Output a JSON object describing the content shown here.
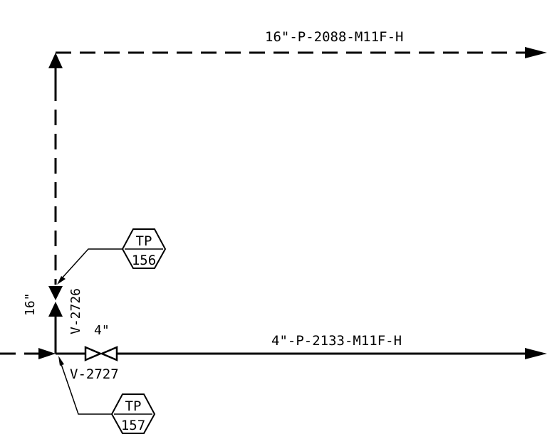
{
  "lines": {
    "top_line": "16\"-P-2088-M11F-H",
    "bottom_line": "4\"-P-2133-M11F-H"
  },
  "valves": {
    "v2726": {
      "tag": "V-2726",
      "size": "16\""
    },
    "v2727": {
      "tag": "V-2727",
      "size": "4\""
    }
  },
  "tie_points": [
    {
      "top": "TP",
      "number": "156"
    },
    {
      "top": "TP",
      "number": "157"
    }
  ],
  "colors": {
    "ink": "#000000",
    "background": "#ffffff"
  }
}
